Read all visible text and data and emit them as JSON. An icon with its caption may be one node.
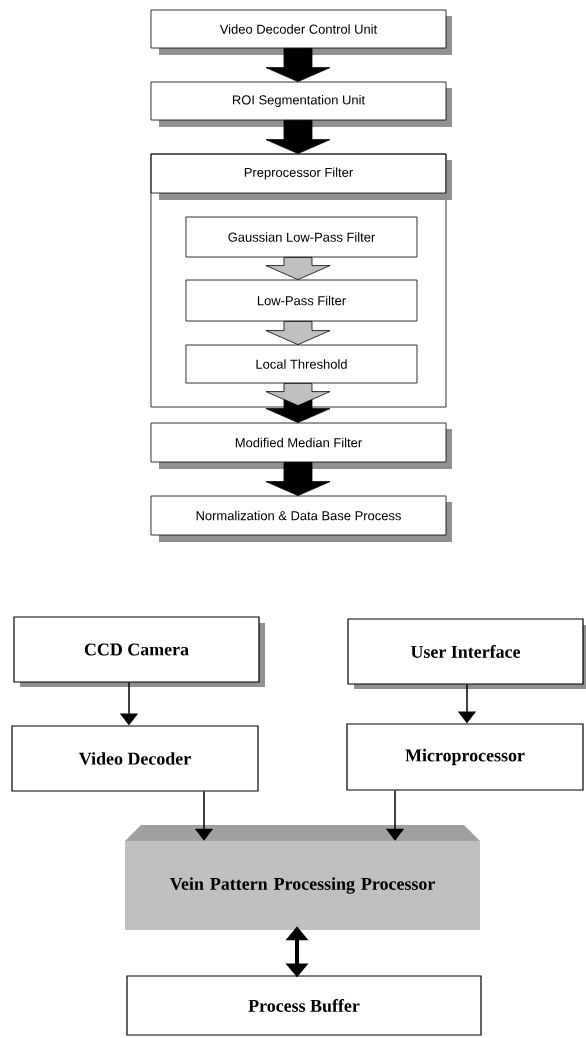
{
  "diagram": {
    "nodes": [
      {
        "text": [
          "Video Decoder Control Unit"
        ]
      },
      {
        "text": [
          "ROI Segmentation Unit"
        ]
      },
      {
        "text": [
          "Preprocessor Filter"
        ]
      },
      {
        "text": [
          "Gaussian Low-Pass Filter"
        ],
        "in": 2
      },
      {
        "text": [
          "Low-Pass Filter"
        ],
        "in": 2
      },
      {
        "text": [
          "Local Threshold"
        ],
        "in": 2
      },
      {
        "text": [
          "Modified Median Filter"
        ]
      },
      {
        "text": [
          "Normalization & Data Base Process"
        ]
      },
      {
        "text": [
          "CCD Camera"
        ]
      },
      {
        "text": [
          "Video Decoder"
        ]
      },
      {
        "text": [
          "User Interface"
        ]
      },
      {
        "text": [
          "Microprocessor"
        ]
      },
      {
        "text": [
          "Vein Pattern Processing Processor"
        ]
      },
      {
        "text": [
          "Process Buffer"
        ]
      }
    ],
    "edges": [
      {
        "from": 0,
        "to": 1,
        "arrow": "to",
        "style": "thick"
      },
      {
        "from": 1,
        "to": 2,
        "arrow": "to",
        "style": "thick"
      },
      {
        "from": 3,
        "to": 4,
        "arrow": "to",
        "style": "thick",
        "color": "#c0c0c0"
      },
      {
        "from": 4,
        "to": 5,
        "arrow": "to",
        "style": "thick",
        "color": "#c0c0c0"
      },
      {
        "from": 2,
        "to": 6,
        "arrow": "to",
        "style": "thick"
      },
      {
        "from": 5,
        "to": 6,
        "arrow": "to",
        "style": "thick",
        "color": "#c0c0c0"
      },
      {
        "from": 6,
        "to": 7,
        "arrow": "to",
        "style": "thick"
      },
      {
        "from": 8,
        "to": 9,
        "arrow": "to"
      },
      {
        "from": 10,
        "to": 11,
        "arrow": "to"
      },
      {
        "from": 9,
        "to": 12,
        "arrow": "to"
      },
      {
        "from": 11,
        "to": 12,
        "arrow": "to"
      },
      {
        "from": 12,
        "to": 13,
        "arrow": "both",
        "style": "thick"
      }
    ]
  }
}
